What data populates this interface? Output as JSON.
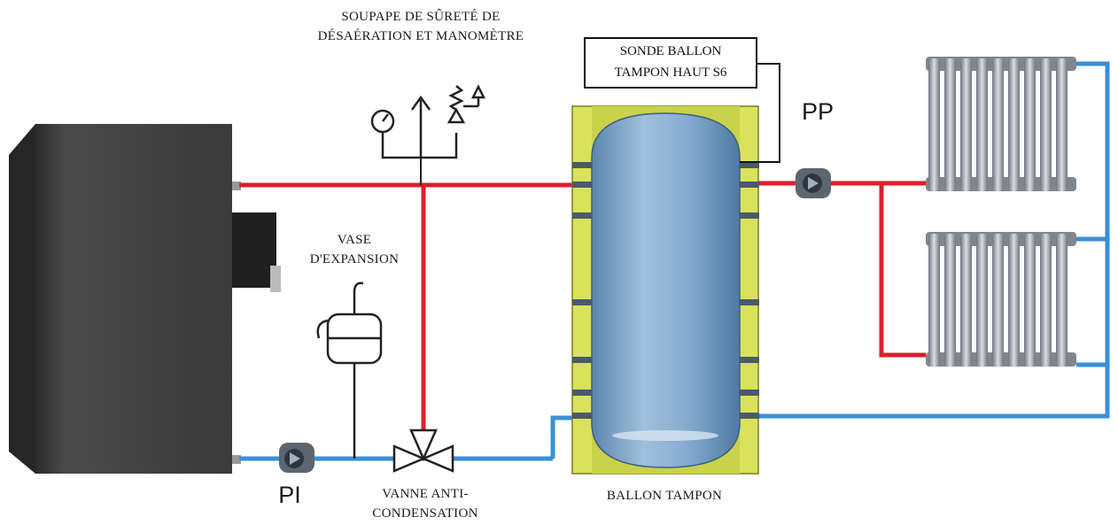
{
  "labels": {
    "safety_valve_line1": "SOUPAPE DE SÛRETÉ DE",
    "safety_valve_line2": "DÉSAÉRATION ET MANOMÈTRE",
    "tank_probe_line1": "SONDE BALLON",
    "tank_probe_line2": "TAMPON HAUT S6",
    "pump_pp": "PP",
    "pump_pi": "PI",
    "expansion_line1": "VASE",
    "expansion_line2": "D'EXPANSION",
    "valve_line1": "VANNE ANTI-",
    "valve_line2": "CONDENSATION",
    "buffer_tank": "BALLON TAMPON"
  },
  "colors": {
    "hot_pipe": "#d8202a",
    "cold_pipe": "#3a8fd6",
    "boiler": "#3b3b3b",
    "tank_body": "#7fa6c8",
    "insulation": "#d9e25a",
    "radiator": "#9aa0a6"
  }
}
